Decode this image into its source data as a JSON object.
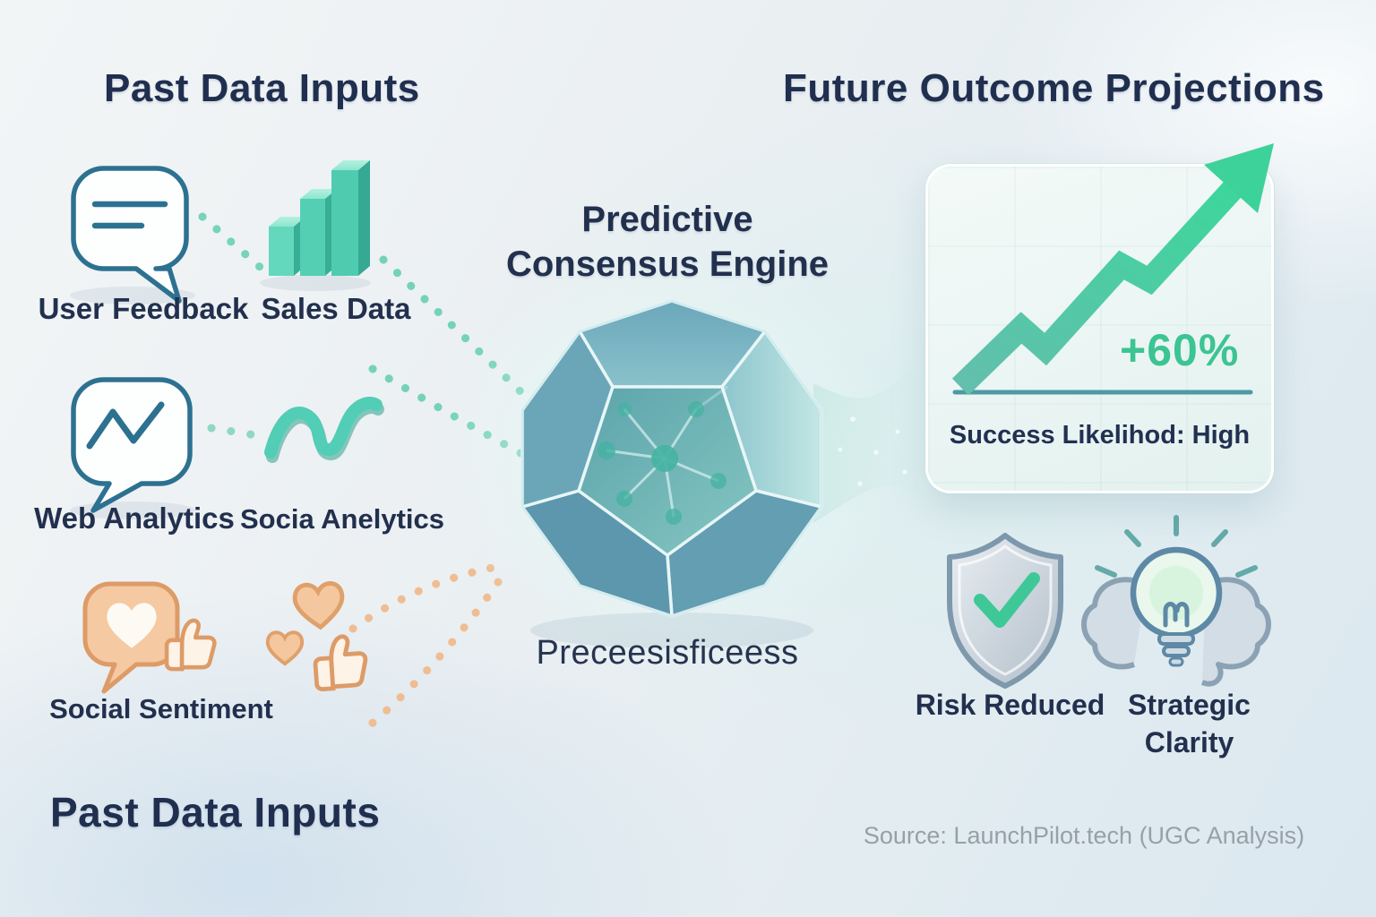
{
  "header": {
    "past_title": "Past Data Inputs",
    "future_title": "Future Outcome Projections"
  },
  "engine": {
    "title_line1": "Predictive",
    "title_line2": "Consensus Engine",
    "caption": "Preceesisficeess"
  },
  "inputs": [
    {
      "label": "User Feedback",
      "icon": "chat-bubble-icon"
    },
    {
      "label": "Sales Data",
      "icon": "bar-chart-icon"
    },
    {
      "label": "Web Analytics",
      "icon": "analytics-bubble-icon"
    },
    {
      "label": "Socia Anelytics",
      "icon": "trend-wave-icon"
    },
    {
      "label": "Social Sentiment",
      "icon": "hearts-likes-icon"
    }
  ],
  "projection_card": {
    "growth_value": "+60%",
    "caption": "Success Likelihod: High",
    "icon": "growth-arrow-icon"
  },
  "outcomes": [
    {
      "label": "Risk Reduced",
      "icon": "shield-check-icon"
    },
    {
      "label_line1": "Strategic",
      "label_line2": "Clarity",
      "icon": "bulb-brain-icon"
    }
  ],
  "footer": {
    "past_title_bottom": "Past Data Inputs",
    "source": "Source: LaunchPilot.tech (UGC Analysis)"
  },
  "colors": {
    "title_navy": "#22304e",
    "teal_accent": "#4fc9b2",
    "green_accent": "#3cc492",
    "orange_accent": "#efbd93",
    "steel_blue": "#2d7191",
    "source_gray": "#97a0a8"
  }
}
